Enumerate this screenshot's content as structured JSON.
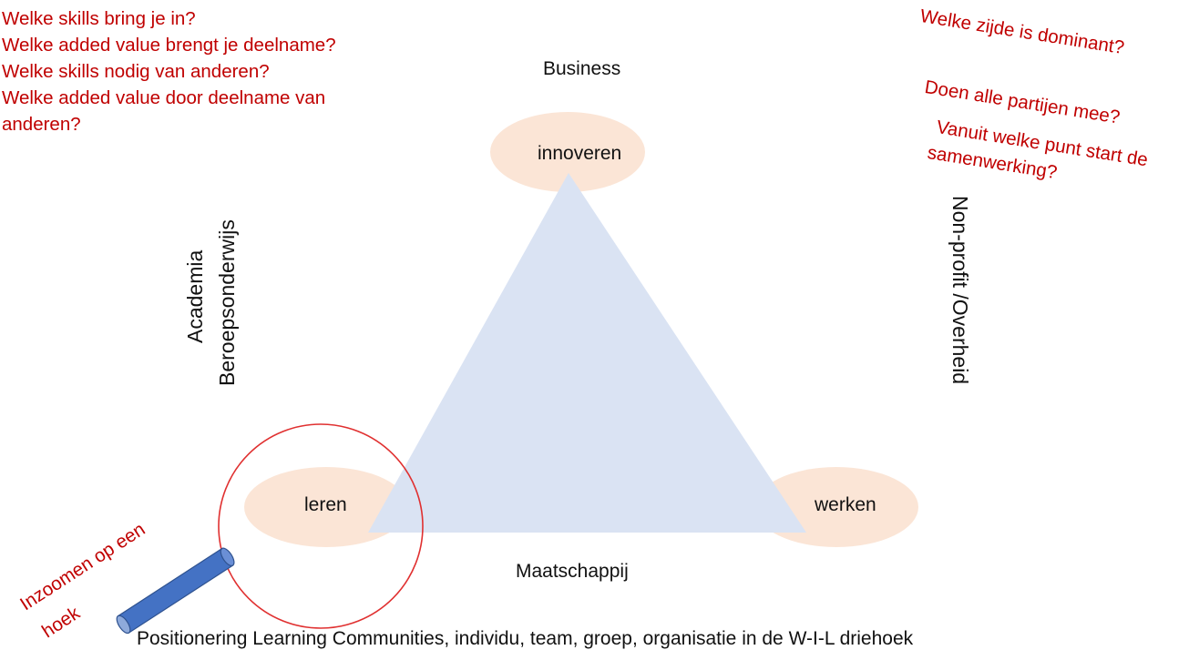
{
  "questions_left": [
    "Welke skills bring je in?",
    "Welke added value brengt je deelname?",
    "Welke skills nodig van anderen?",
    "Welke added value door deelname van anderen?"
  ],
  "questions_right": [
    "Welke zijde is dominant?",
    "Doen alle partijen mee?",
    "Vanuit welke punt start de",
    "samenwerking?"
  ],
  "sides": {
    "top": "Business",
    "left_line1": "Academia",
    "left_line2": "Beroepsonderwijs",
    "right": "Non-profit /Overheid",
    "bottom": "Maatschappij"
  },
  "corners": {
    "top": "innoveren",
    "left": "leren",
    "right": "werken"
  },
  "zoom_label_line1": "Inzoomen op een",
  "zoom_label_line2": "hoek",
  "caption": "Positionering Learning Communities, individu, team, groep, organisatie in de W-I-L driehoek",
  "colors": {
    "triangle": "#dae3f3",
    "ellipse": "#fbe5d6",
    "red": "#c00000",
    "handle": "#4472c4"
  }
}
